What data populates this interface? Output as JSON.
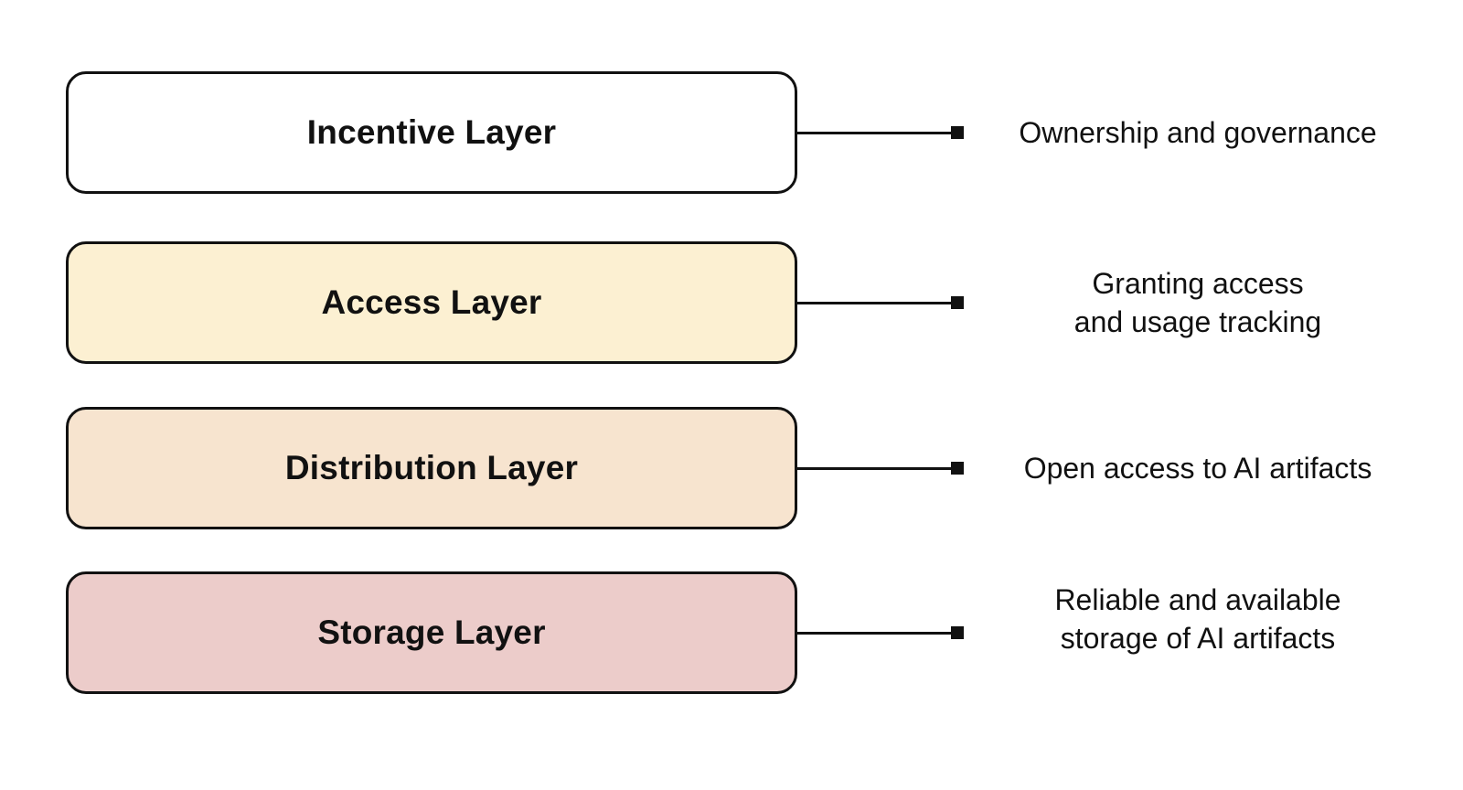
{
  "diagram": {
    "layers": [
      {
        "name": "Incentive Layer",
        "fill": "#ffffff",
        "description_lines": [
          "Ownership and governance"
        ]
      },
      {
        "name": "Access Layer",
        "fill": "#fcf0d2",
        "description_lines": [
          "Granting access",
          "and usage tracking"
        ]
      },
      {
        "name": "Distribution Layer",
        "fill": "#f7e4cf",
        "description_lines": [
          "Open access to AI artifacts"
        ]
      },
      {
        "name": "Storage Layer",
        "fill": "#ecccca",
        "description_lines": [
          "Reliable and available",
          "storage of AI artifacts"
        ]
      }
    ]
  }
}
